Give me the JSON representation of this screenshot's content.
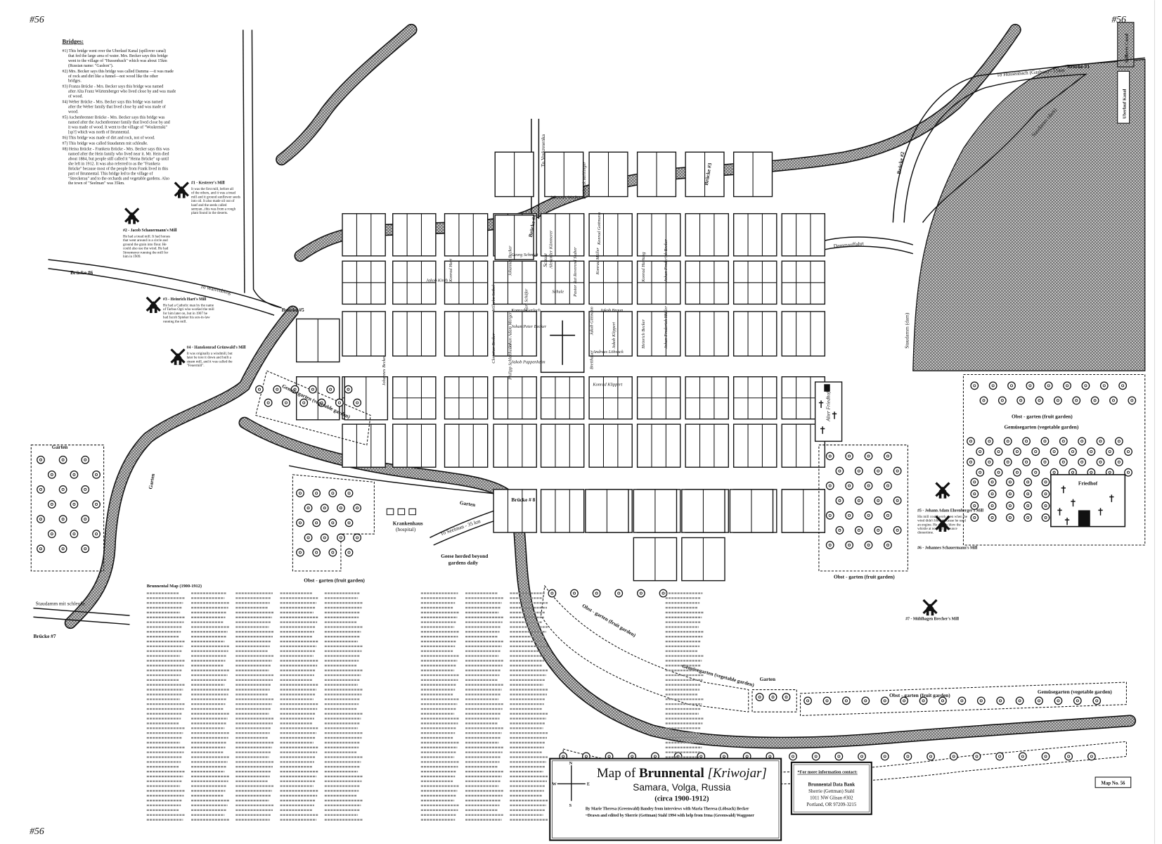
{
  "corner_marks": {
    "top_left": "#56",
    "top_right": "#56",
    "bottom_left": "#56"
  },
  "bridges_legend": {
    "title": "Bridges:",
    "items": [
      "#1) This bridge went over the Uberlauf Kanal (spillover canal) that fed the large area of water. Mrs. Becker says this bridge went to the village of \"Hussenbach\" which was about 15km (Russian name: \"Gashon\").",
      "#2) Mrs. Becker says this bridge was called Damma —it was made of rock and dirt like a funnel—not wood like the other bridges.",
      "#3) Franza Brücke - Mrs. Becker says this bridge was named after Alta Franz Würtemberger who lived close by and was made of wood.",
      "#4) Weber Brücke - Mrs. Becker says this bridge was named after the Weber family that lived close by and was made of wood.",
      "#5) Aschenbrenner Brücke - Mrs. Becker says this bridge was named after the Aschenbrenner family that lived close by and it was made of wood. It went to the village of \"Woskrenski\" [sp?] which was north of Brunnental.",
      "#6) This bridge was made of dirt and rock, not of wood.",
      "#7) This bridge was called Staudamm mit schleuße.",
      "#8) Heina Brücke - Frankera Brücke - Mrs. Becker says this was named after the Hein family who lived near it. Mr. Hein died about 1884, but people still called it \"Heina Brücke\" up until she left in 1912. It was also referred to as the \"Frankera Brücke\" because most of the people from Frank lived in this part of Brunnental. This bridge led to the village of \"Streckerau\" and to the orchards and vegetable gardens. Also the town of \"Seelman\" was 35km."
    ]
  },
  "mills": [
    {
      "title": "#1 - Kesterer's Mill",
      "text": "It was the first mill, before all of the others, and it was a tread mill and it ground sunflower seeds into oil. It also made oil out of hanf and the seeds called semyan...this was from a rough plant found in the deserts."
    },
    {
      "title": "#2 - Jacob Schauermann's Mill",
      "text": "He had a tread mill. It had horses that went around in a circle and ground the grain into flour. He could also use the wind. He had Stroemeyer running the mill for him in 1909."
    },
    {
      "title": "#3 - Heinrich Hart's Mill",
      "text": "He had a Catholic man by the name of Tarbus Ogri who worked the mill for him later on, but in 1907 he had Jacob Spieker his son-in-law running the mill."
    },
    {
      "title": "#4 - Hanskonrad Grünwald's Mill",
      "text": "It was originally a windmill, but later he tore it down and built a steam mill, and it was called the \"Feuermill\"."
    },
    {
      "title": "#5 - Johann Adam Ehrenberger's Mill",
      "text": "His mill could work even when the wind didn't blow, because he used an engine. He always blew the whistle at noon to announce dinnertime."
    },
    {
      "title": "#6 - Johannes Schauermann's Mill",
      "text": ""
    },
    {
      "title": "#7 - Mühlhagen Brecher's Mill",
      "text": ""
    }
  ],
  "bridges": {
    "b1": "Brücke #1",
    "b2": "Brücke #2",
    "b3": "Brücke #3",
    "b4": "Brücke #4",
    "b5": "Brücke #5",
    "b6": "Brücke #6",
    "b7": "Brücke #7",
    "b8": "Brücke # 8"
  },
  "roads": {
    "hussenbach": "To Hussenbach (Gashon) - 15km",
    "warrenburg": "To Warrenburg",
    "voskresenka": "To Voskresenka",
    "seelman": "To Seelman - 35 km",
    "dammaufahrt": "Dammauffahrt",
    "staudamm_1": "Staudamm (dam)",
    "staudamm_2": "Staudamm (dam)",
    "staudamm_schleuse": "Staudamm mit schleuße",
    "uberlauf": "Uberlauf Kanal",
    "spillover": "Spillover Canal"
  },
  "areas": {
    "gemuese_1": "Gemüsegarten (vegetable garden)",
    "garten_left": "Garten",
    "garten_mid": "Garten",
    "garten_bottom": "Garten",
    "garten_river": "Garten",
    "obst_left": "Obst - garten (fruit garden)",
    "obst_right": "Obst - garten (fruit garden)",
    "obst_far_right": "Obst - garten (fruit garden)",
    "gemuese_far_right": "Gemüsegarten (vegetable garden)",
    "obst_bottom_1": "Obst - garten (fruit garden)",
    "gemuese_bottom_1": "Gemüsegarten (vegetable garden)",
    "obst_bottom_2": "Obst - garten (fruit garden)",
    "gemuese_bottom_2": "Gemüsegarten (vegetable garden)",
    "krankenhaus": "Krankenhaus",
    "hospital": "(hospital)",
    "geese": "Geese herded beyond",
    "geese_2": "gardens daily",
    "friedhof": "Friedhof",
    "alter_friedhof": "Alter Friedhof",
    "schule": "Schule"
  },
  "residents": [
    "Georg Schmidt",
    "Johannes Becker",
    "Wilhelm Seibel",
    "Konrad Gerlach",
    "Karl Schäfer",
    "Alexander Kämmerer",
    "Schule",
    "Pastor Rat Reverend Stuber",
    "Konrad Gottmann",
    "Jakob Braun",
    "Konrad Hartung",
    "Johan Frederick Becker",
    "Johan Peter Becker",
    "Johan Adam Mergert",
    "Christian Becker",
    "Jakob Pappenheim",
    "Philipp Schleithauer",
    "Jakob Gittmann",
    "Andreas Löbsack",
    "Jakob Klippert",
    "Bretthauer",
    "Konrad Klippert",
    "Heinrich Becker",
    "Johan Frederick Müller",
    "Johannes Weckesser",
    "Frederick Mehlinger",
    "Konrad Müller",
    "Jakob Kirch",
    "Konrad Hart",
    "Johannes Becker"
  ],
  "title_block": {
    "compass": {
      "n": "N",
      "s": "S",
      "e": "E",
      "w": "W"
    },
    "title_prefix": "Map of ",
    "title_name": "Brunnental",
    "title_alt": "[Kriwojar]",
    "subtitle": "Samara, Volga, Russia",
    "dates": "(circa 1900-1912)",
    "credit_1": "By Marie Theresa (Greenwald) Bandey from interviews with Maria Theresa (Löbsack) Becker",
    "credit_2": "~Drawn and edited by Sherrie (Gettman) Stahl 1994 with help from Irma (Greenwald) Waggoner"
  },
  "contact": {
    "heading": "*For more information contact:",
    "org": "Brunnental Data Bank",
    "name": "Sherrie (Gettman) Stahl",
    "street": "1011 NW Glisan #302",
    "city": "Portland, OR 97209-3215"
  },
  "map_number": "Map No. 56",
  "key_text": {
    "heading": "Brunnental Map (1900-1912)"
  },
  "colors": {
    "ink": "#111111",
    "paper": "#ffffff",
    "hatch": "#777777"
  }
}
